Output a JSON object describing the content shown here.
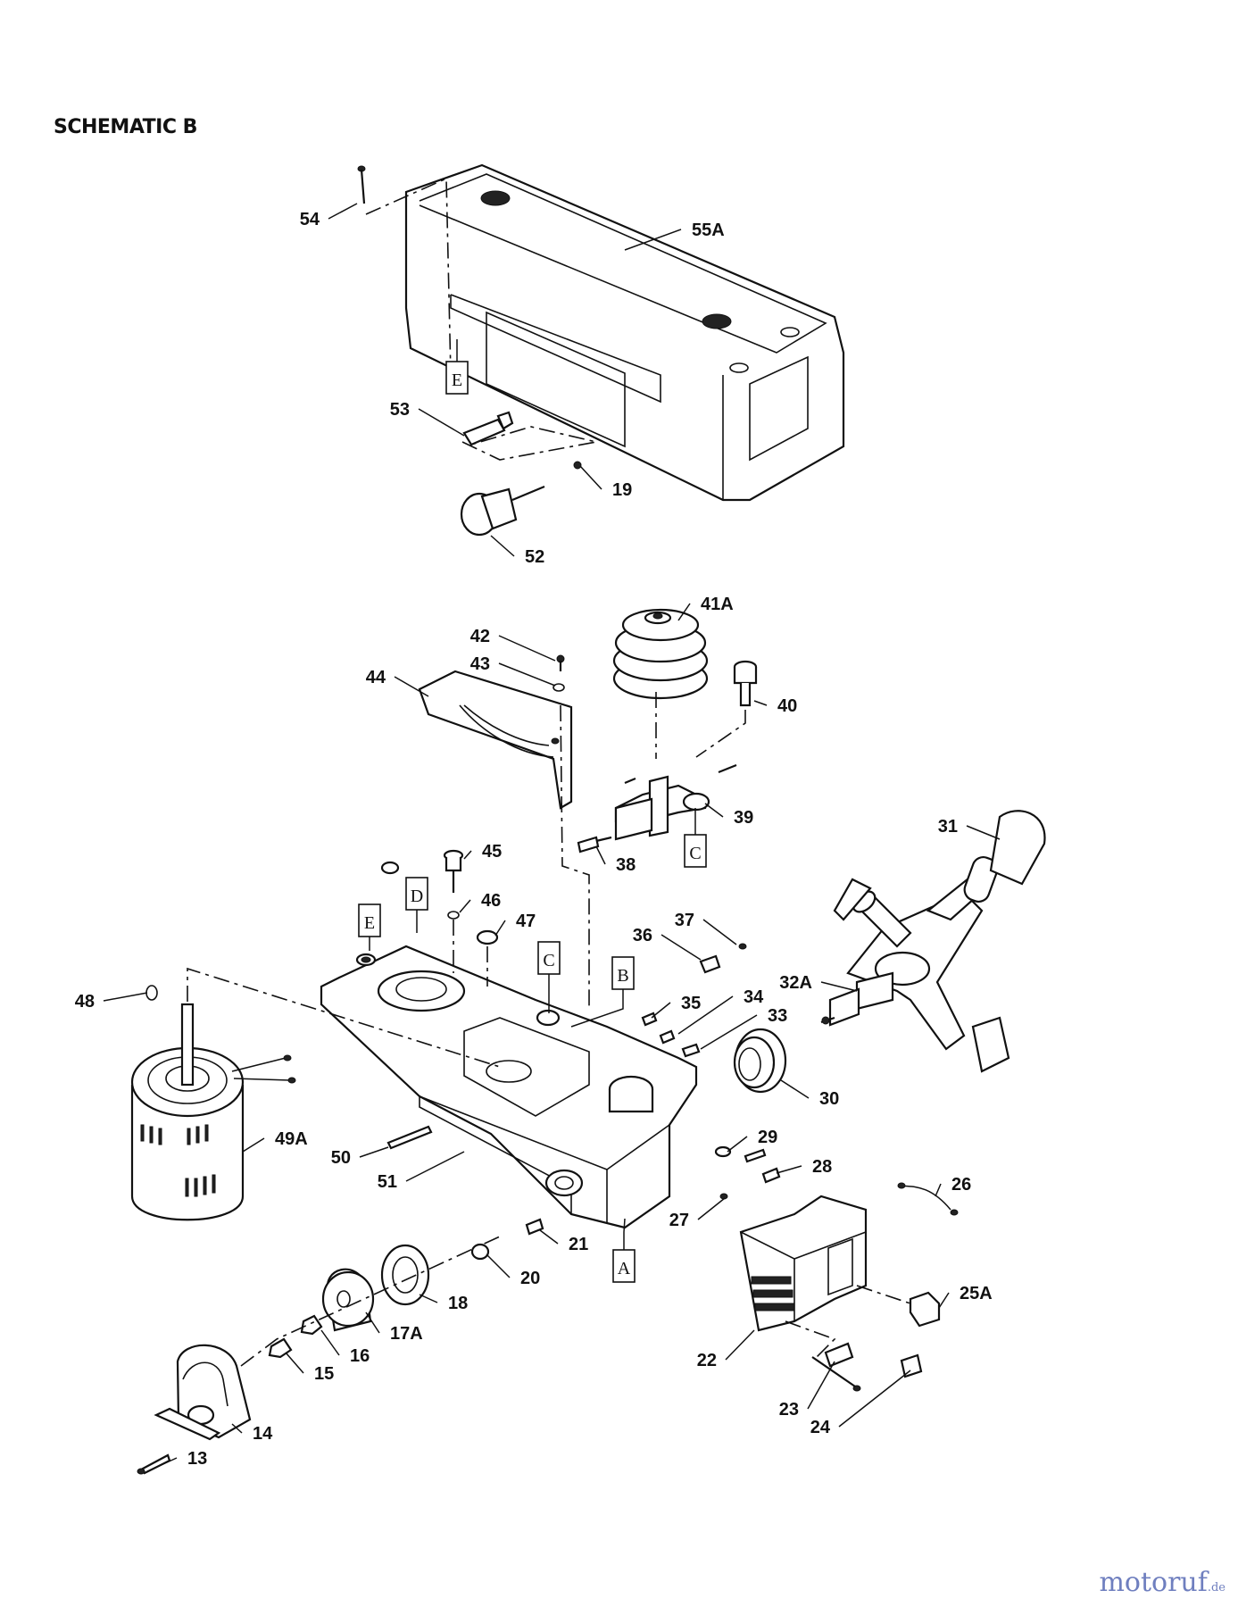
{
  "title": "SCHEMATIC B",
  "watermark": {
    "main": "motoruf",
    "suffix": ".de"
  },
  "ref_boxes": [
    "E",
    "D",
    "C",
    "B",
    "A"
  ],
  "callouts": [
    {
      "id": "54",
      "label": "54"
    },
    {
      "id": "55A",
      "label": "55A"
    },
    {
      "id": "53",
      "label": "53"
    },
    {
      "id": "19",
      "label": "19"
    },
    {
      "id": "52",
      "label": "52"
    },
    {
      "id": "41A",
      "label": "41A"
    },
    {
      "id": "42",
      "label": "42"
    },
    {
      "id": "43",
      "label": "43"
    },
    {
      "id": "44",
      "label": "44"
    },
    {
      "id": "40",
      "label": "40"
    },
    {
      "id": "39",
      "label": "39"
    },
    {
      "id": "38",
      "label": "38"
    },
    {
      "id": "45",
      "label": "45"
    },
    {
      "id": "46",
      "label": "46"
    },
    {
      "id": "47",
      "label": "47"
    },
    {
      "id": "31",
      "label": "31"
    },
    {
      "id": "37",
      "label": "37"
    },
    {
      "id": "36",
      "label": "36"
    },
    {
      "id": "32A",
      "label": "32A"
    },
    {
      "id": "35",
      "label": "35"
    },
    {
      "id": "34",
      "label": "34"
    },
    {
      "id": "33",
      "label": "33"
    },
    {
      "id": "30",
      "label": "30"
    },
    {
      "id": "48",
      "label": "48"
    },
    {
      "id": "49A",
      "label": "49A"
    },
    {
      "id": "50",
      "label": "50"
    },
    {
      "id": "51",
      "label": "51"
    },
    {
      "id": "29",
      "label": "29"
    },
    {
      "id": "28",
      "label": "28"
    },
    {
      "id": "26",
      "label": "26"
    },
    {
      "id": "27",
      "label": "27"
    },
    {
      "id": "21",
      "label": "21"
    },
    {
      "id": "20",
      "label": "20"
    },
    {
      "id": "18",
      "label": "18"
    },
    {
      "id": "25A",
      "label": "25A"
    },
    {
      "id": "17A",
      "label": "17A"
    },
    {
      "id": "16",
      "label": "16"
    },
    {
      "id": "15",
      "label": "15"
    },
    {
      "id": "22",
      "label": "22"
    },
    {
      "id": "14",
      "label": "14"
    },
    {
      "id": "23",
      "label": "23"
    },
    {
      "id": "24",
      "label": "24"
    },
    {
      "id": "13",
      "label": "13"
    }
  ]
}
